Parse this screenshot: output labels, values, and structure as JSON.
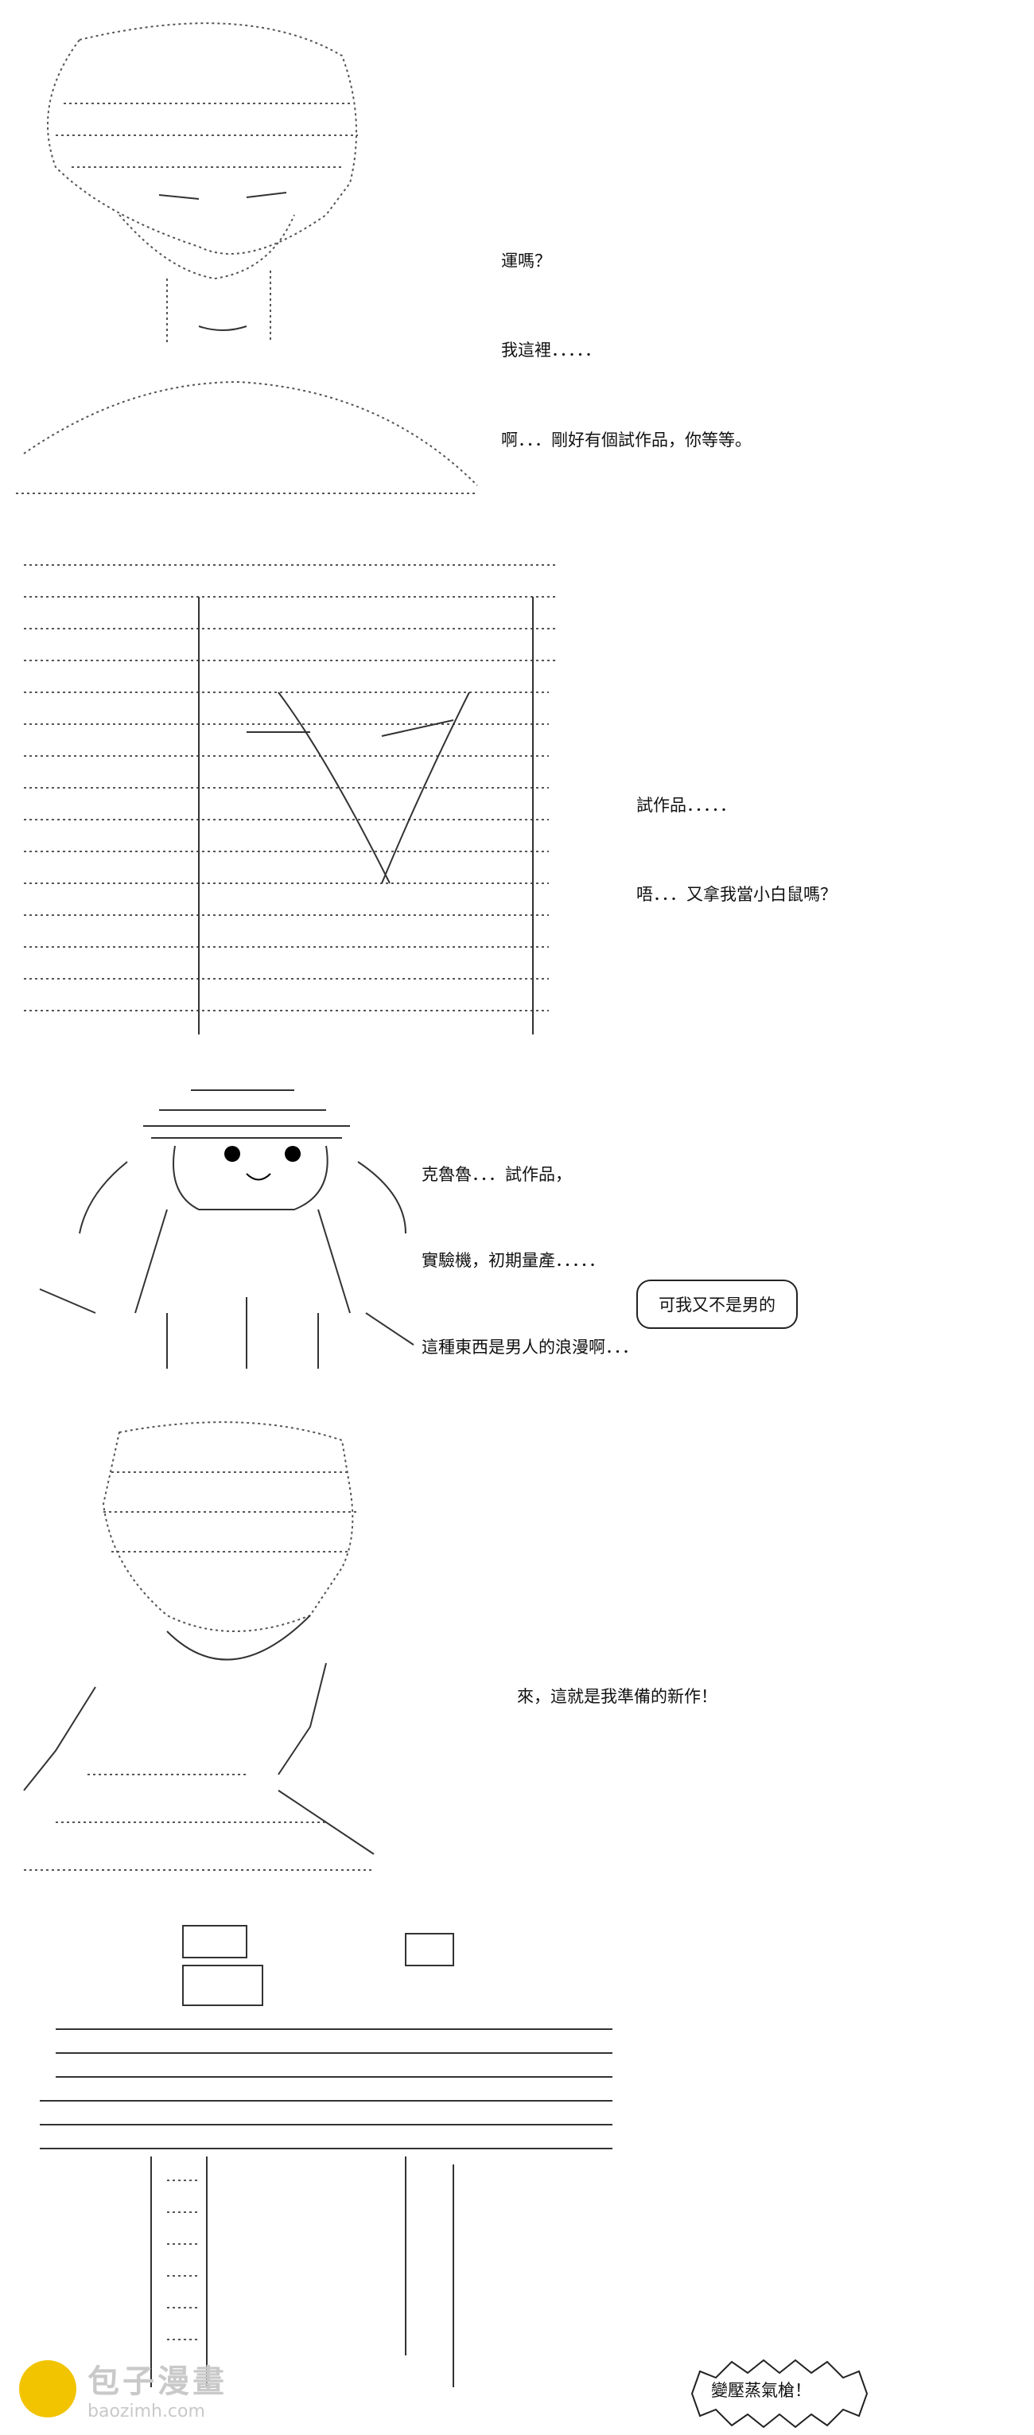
{
  "panels": [
    {
      "lines": [
        "運嗎？",
        "我這裡．．．．．",
        "啊．．．剛好有個試作品，你等等。"
      ]
    },
    {
      "lines": [
        "試作品．．．．．",
        "唔．．．又拿我當小白鼠嗎？"
      ]
    },
    {
      "lines": [
        "克魯魯．．．試作品，",
        "實驗機，初期量產．．．．．",
        "這種東西是男人的浪漫啊．．．"
      ],
      "bubble": "可我又不是男的"
    },
    {
      "lines": [
        "來，這就是我準備的新作！"
      ]
    },
    {
      "burst": "變壓蒸氣槍！"
    }
  ],
  "watermark": {
    "title": "包子漫畫",
    "url": "baozimh.com"
  }
}
